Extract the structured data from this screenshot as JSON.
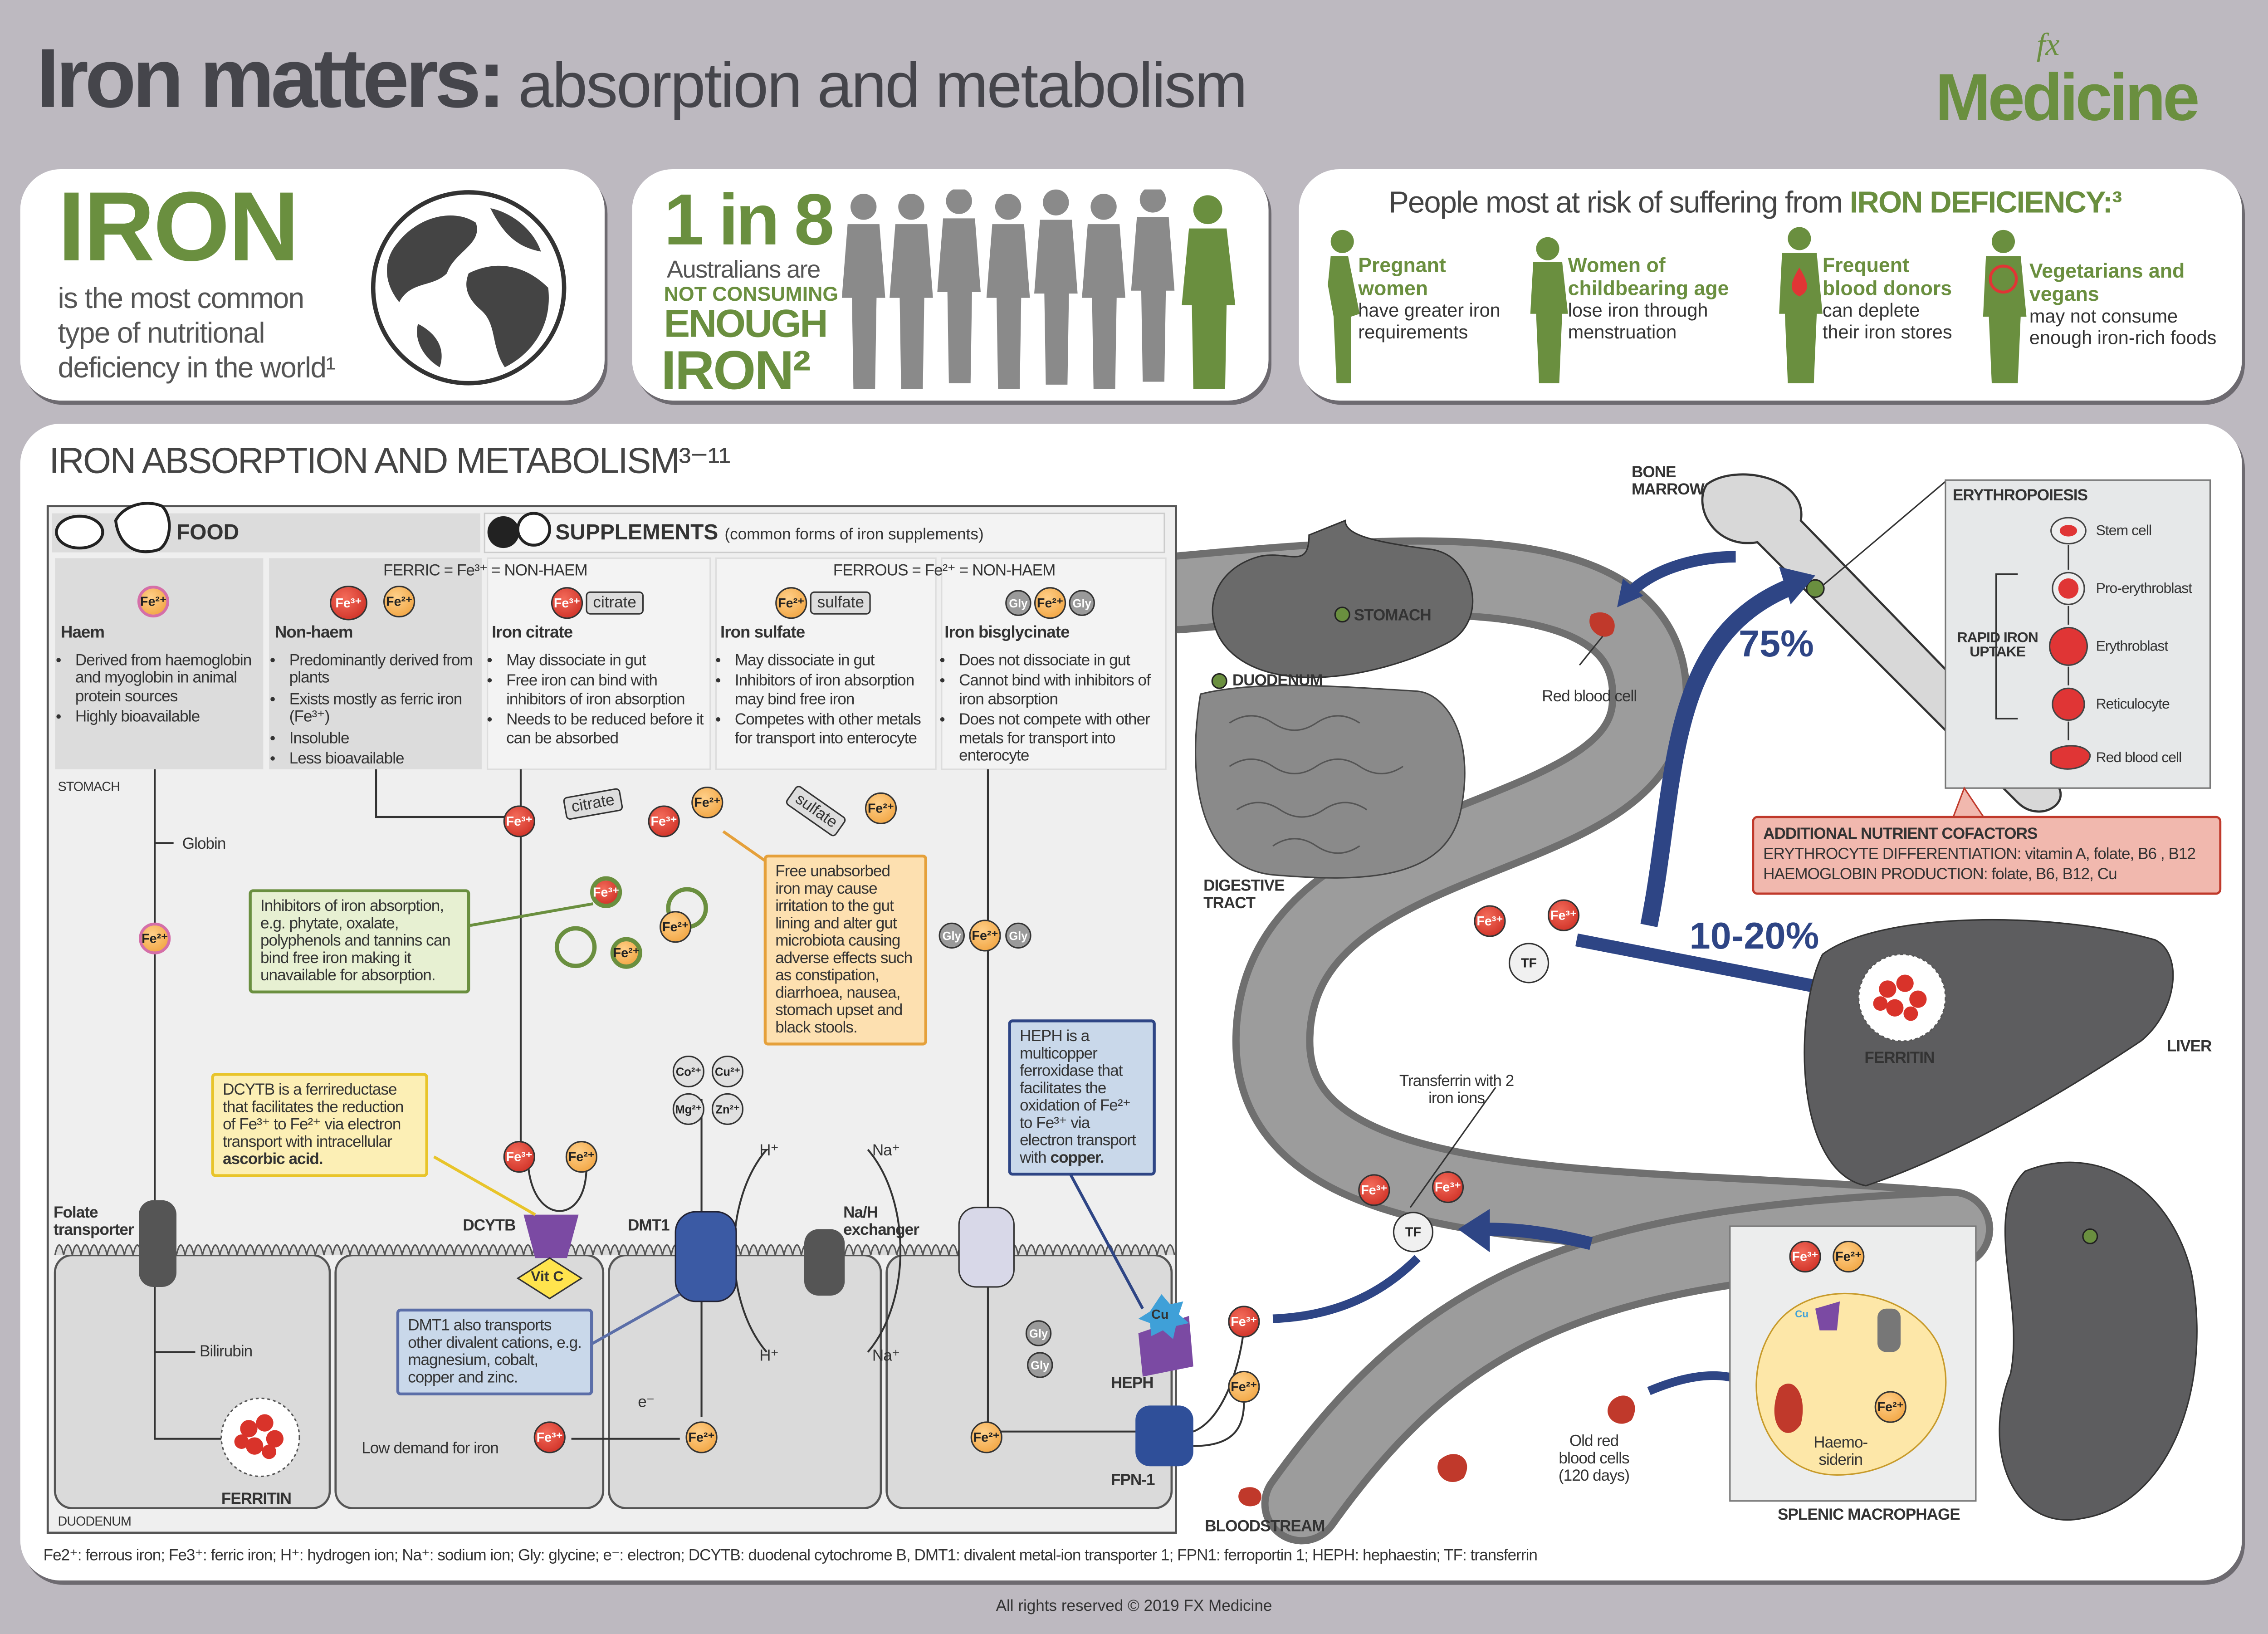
{
  "header": {
    "title_bold": "Iron matters:",
    "title_rest": " absorption and metabolism",
    "logo_text": "Medicine",
    "logo_prefix": "fx"
  },
  "colors": {
    "background": "#bdb9c0",
    "green": "#6a8f3f",
    "ferric_red": "#d9332a",
    "ferrous_orange": "#f2a642",
    "navy_arrow": "#2e4585",
    "callout_green": "#e7f0d2",
    "callout_yellow": "#fcefb5",
    "callout_orange": "#fde0b0",
    "callout_blue": "#c9d8ea",
    "cofactor_pink": "#f1b8ae"
  },
  "panel_iron": {
    "big": "IRON",
    "line1": "is the most common",
    "line2": "type of nutritional",
    "line3": "deficiency in the world¹",
    "icon": "globe-icon"
  },
  "panel_stat": {
    "big": "1 in 8",
    "line1": "Australians are",
    "line2": "NOT CONSUMING",
    "line3": "ENOUGH",
    "line4": "IRON²",
    "icon": "people-silhouettes-icon"
  },
  "panel_risk": {
    "title_plain": "People most at risk of suffering from ",
    "title_bold": "IRON DEFICIENCY:³",
    "groups": [
      {
        "title1": "Pregnant",
        "title2": "women",
        "desc1": "have greater iron",
        "desc2": "requirements"
      },
      {
        "title1": "Women of",
        "title2": "childbearing age",
        "desc1": "lose iron through",
        "desc2": "menstruation"
      },
      {
        "title1": "Frequent",
        "title2": "blood donors",
        "desc1": "can deplete",
        "desc2": "their iron stores"
      },
      {
        "title1": "Vegetarians and",
        "title2": "vegans",
        "desc1": "may not consume",
        "desc2": "enough iron-rich foods"
      }
    ]
  },
  "main": {
    "title": "IRON ABSORPTION AND METABOLISM³⁻¹¹",
    "food_label": "FOOD",
    "supplements_label": "SUPPLEMENTS",
    "supplements_note": "(common forms of iron supplements)",
    "ferric_header": "FERRIC = Fe³⁺ = NON-HAEM",
    "ferrous_header": "FERROUS = Fe²⁺ = NON-HAEM",
    "columns": [
      {
        "title": "Haem",
        "bullets": [
          "Derived from haemoglobin and myoglobin in animal protein sources",
          "Highly bioavailable"
        ]
      },
      {
        "title": "Non-haem",
        "bullets": [
          "Predominantly derived from plants",
          "Exists mostly as ferric iron (Fe³⁺)",
          "Insoluble",
          "Less bioavailable"
        ]
      },
      {
        "title": "Iron citrate",
        "bullets": [
          "May dissociate in gut",
          "Free iron can bind with inhibitors of iron absorption",
          "Needs to be reduced before it can be absorbed"
        ]
      },
      {
        "title": "Iron sulfate",
        "bullets": [
          "May dissociate in gut",
          "Inhibitors of iron absorption may bind free iron",
          "Competes with other metals for transport into enterocyte"
        ]
      },
      {
        "title": "Iron bisglycinate",
        "bullets": [
          "Does not dissociate in gut",
          "Cannot bind with inhibitors of iron absorption",
          "Does not compete with other metals for transport into enterocyte"
        ]
      }
    ],
    "ions": {
      "fe3": "Fe³⁺",
      "fe2": "Fe²⁺",
      "gly": "Gly",
      "citrate": "citrate",
      "sulfate": "sulfate",
      "co": "Co²⁺",
      "cu2": "Cu²⁺",
      "mg": "Mg²⁺",
      "zn": "Zn²⁺",
      "cu": "Cu",
      "tf": "TF",
      "h": "H⁺",
      "na": "Na⁺",
      "e": "e⁻",
      "vitc": "Vit C"
    },
    "labels": {
      "stomach_small": "STOMACH",
      "duodenum_small": "DUODENUM",
      "globin": "Globin",
      "bilirubin": "Bilirubin",
      "folate_transporter": "Folate transporter",
      "dcytb": "DCYTB",
      "dmt1": "DMT1",
      "na_h_exchanger": "Na/H exchanger",
      "heph": "HEPH",
      "fpn1": "FPN-1",
      "ferritin": "FERRITIN",
      "low_demand": "Low demand for iron",
      "stomach": "STOMACH",
      "duodenum": "DUODENUM",
      "digestive_tract": "DIGESTIVE TRACT",
      "bloodstream": "BLOODSTREAM",
      "bone_marrow": "BONE MARROW",
      "red_blood_cell": "Red blood cell",
      "pct75": "75%",
      "pct10_20": "10-20%",
      "liver": "LIVER",
      "liver_ferritin": "FERRITIN",
      "transferrin": "Transferrin with 2 iron ions",
      "old_rbc": "Old red blood cells (120 days)",
      "haemosiderin": "Haemo- siderin",
      "splenic_macrophage": "SPLENIC MACROPHAGE"
    },
    "callouts": {
      "inhibitors": "Inhibitors of iron absorption, e.g. phytate, oxalate, polyphenols and tannins can bind free iron making it unavailable for absorption.",
      "unabsorbed": "Free unabsorbed iron may cause irritation to the gut lining and alter gut microbiota causing adverse effects such as constipation, diarrhoea, nausea, stomach upset and black stools.",
      "dcytb_text": "DCYTB is a ferrireductase that facilitates the reduction of Fe³⁺ to Fe²⁺ via electron transport with intracellular",
      "dcytb_bold": "ascorbic acid.",
      "heph_text": "HEPH is a multicopper ferroxidase that facilitates the oxidation of Fe²⁺ to Fe³⁺ via electron transport with",
      "heph_bold": "copper.",
      "dmt1_text": "DMT1 also transports other divalent cations, e.g. magnesium, cobalt, copper and zinc."
    },
    "erythropoiesis": {
      "title": "ERYTHROPOIESIS",
      "rapid": "RAPID IRON UPTAKE",
      "stages": [
        "Stem cell",
        "Pro-erythroblast",
        "Erythroblast",
        "Reticulocyte",
        "Red blood cell"
      ]
    },
    "cofactors": {
      "title": "ADDITIONAL NUTRIENT COFACTORS",
      "row1_label": "ERYTHROCYTE DIFFERENTIATION:",
      "row1_value": " vitamin A, folate, B6 , B12",
      "row2_label": "HAEMOGLOBIN PRODUCTION:",
      "row2_value": " folate, B6, B12, Cu"
    },
    "legend": "Fe2⁺: ferrous iron; Fe3⁺: ferric iron; H⁺: hydrogen ion; Na⁺: sodium ion; Gly: glycine; e⁻: electron; DCYTB: duodenal cytochrome B, DMT1: divalent metal-ion transporter 1; FPN1: ferroportin 1; HEPH: hephaestin; TF: transferrin"
  },
  "footer": {
    "copyright": "All rights reserved © 2019 FX Medicine"
  }
}
